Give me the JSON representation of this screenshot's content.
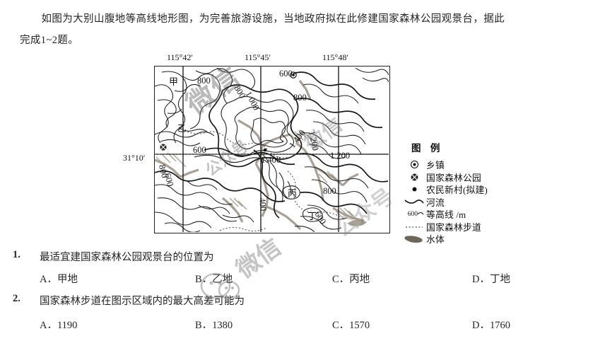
{
  "stem": {
    "line1": "如图为大别山腹地等高线地形图，为完善旅游设施，当地政府拟在此修建国家森林公园观景台，据此",
    "line2": "完成1~2题。"
  },
  "map": {
    "longitude_labels": [
      "115°42′",
      "115°45′",
      "115°48′"
    ],
    "latitude_labels": [
      "31°10′"
    ],
    "place_markers": [
      "甲",
      "乙",
      "丙",
      "丁"
    ],
    "contour_labels": [
      "800",
      "600",
      "800",
      "1 000",
      "600",
      "800",
      "1 200",
      "1 400",
      "1 400",
      "800",
      "600",
      "1 200",
      "600",
      "400"
    ]
  },
  "legend": {
    "title": "图 例",
    "items": [
      {
        "symbol": "double-circle-icon",
        "label": "乡镇"
      },
      {
        "symbol": "crossed-circle-icon",
        "label": "国家森林公园"
      },
      {
        "symbol": "dot-icon",
        "label": "农民新村(拟建)"
      },
      {
        "symbol": "river-line-icon",
        "label": "河流"
      },
      {
        "symbol": "contour-line-icon",
        "label": "等高线 /m",
        "prefix": "600"
      },
      {
        "symbol": "dotted-line-icon",
        "label": "国家森林步道"
      },
      {
        "symbol": "water-body-icon",
        "label": "水体"
      }
    ]
  },
  "questions": [
    {
      "number": "1.",
      "text": "最适宜建国家森林公园观景台的位置为",
      "options": [
        "A．甲地",
        "B．乙地",
        "C．丙地",
        "D．丁地"
      ]
    },
    {
      "number": "2.",
      "text": "国家森林步道在图示区域内的最大高差可能为",
      "options": [
        "A．1190",
        "B．1380",
        "C．1570",
        "D．1760"
      ]
    }
  ],
  "watermarks": {
    "map_large": "微信",
    "map_small": "公众号",
    "map_mid": "微信",
    "map_corner": "公众号",
    "bottom": "微信"
  },
  "colors": {
    "ink": "#262626",
    "frame": "#222222",
    "contour": "#1f1f1f",
    "water": "#8a8376",
    "watermark": "rgba(110,110,110,0.38)"
  }
}
